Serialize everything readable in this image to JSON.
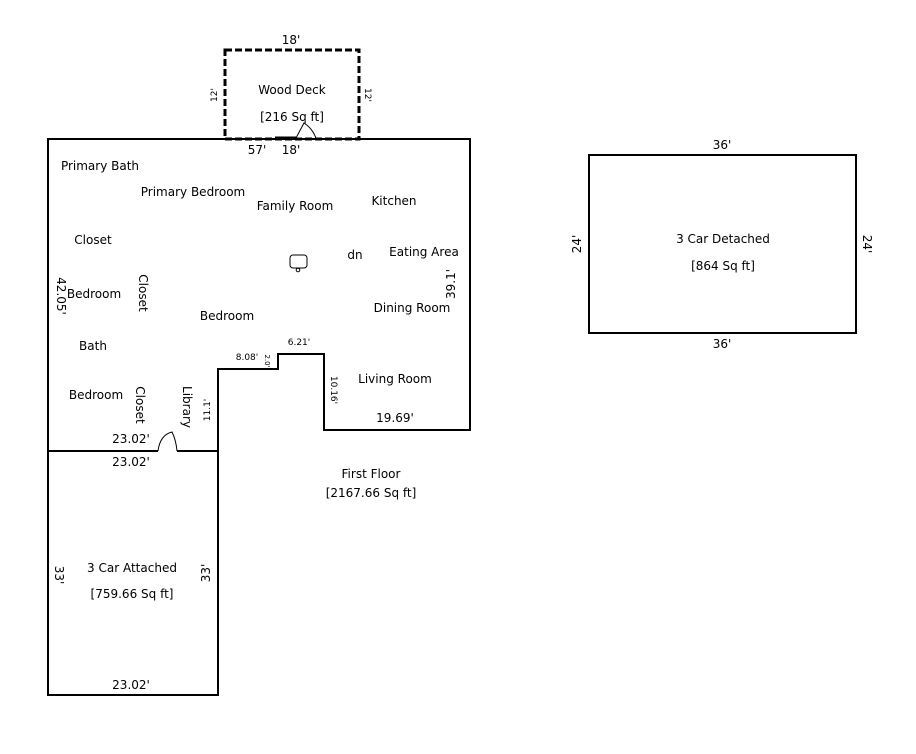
{
  "deck": {
    "name": "Wood Deck",
    "area": "[216 Sq ft]",
    "dim_top": "18'",
    "dim_bottom": "18'",
    "dim_left": "12'",
    "dim_right": "12'"
  },
  "first_floor": {
    "name": "First Floor",
    "area": "[2167.66 Sq ft]",
    "dim_top": "57'",
    "dim_left": "42.05'",
    "dim_right": "39.1'",
    "dim_bottom_right": "19.69'",
    "dim_notch_inner": "10.16'",
    "dim_notch_top": "6.21'",
    "dim_step_top": "8.08'",
    "dim_step_side": "2.0'",
    "dim_library_side": "11.1'",
    "dim_garage_wall": "23.02'",
    "rooms": {
      "primary_bath": "Primary Bath",
      "primary_bedroom": "Primary Bedroom",
      "family_room": "Family Room",
      "kitchen": "Kitchen",
      "closet_1": "Closet",
      "eating_area": "Eating Area",
      "dn": "dn",
      "bedroom_1": "Bedroom",
      "closet_2": "Closet",
      "dining_room": "Dining Room",
      "bedroom_2": "Bedroom",
      "bath": "Bath",
      "living_room": "Living Room",
      "bedroom_3": "Bedroom",
      "closet_3": "Closet",
      "library": "Library"
    }
  },
  "attached_garage": {
    "name": "3 Car Attached",
    "area": "[759.66 Sq ft]",
    "dim_top": "23.02'",
    "dim_bottom": "23.02'",
    "dim_left": "33'",
    "dim_right": "33'"
  },
  "detached_garage": {
    "name": "3 Car Detached",
    "area": "[864 Sq ft]",
    "dim_top": "36'",
    "dim_bottom": "36'",
    "dim_left": "24'",
    "dim_right": "24'"
  },
  "colors": {
    "line": "#000000",
    "background": "#ffffff"
  },
  "icons": [
    "door-swing-icon",
    "sink-icon"
  ]
}
